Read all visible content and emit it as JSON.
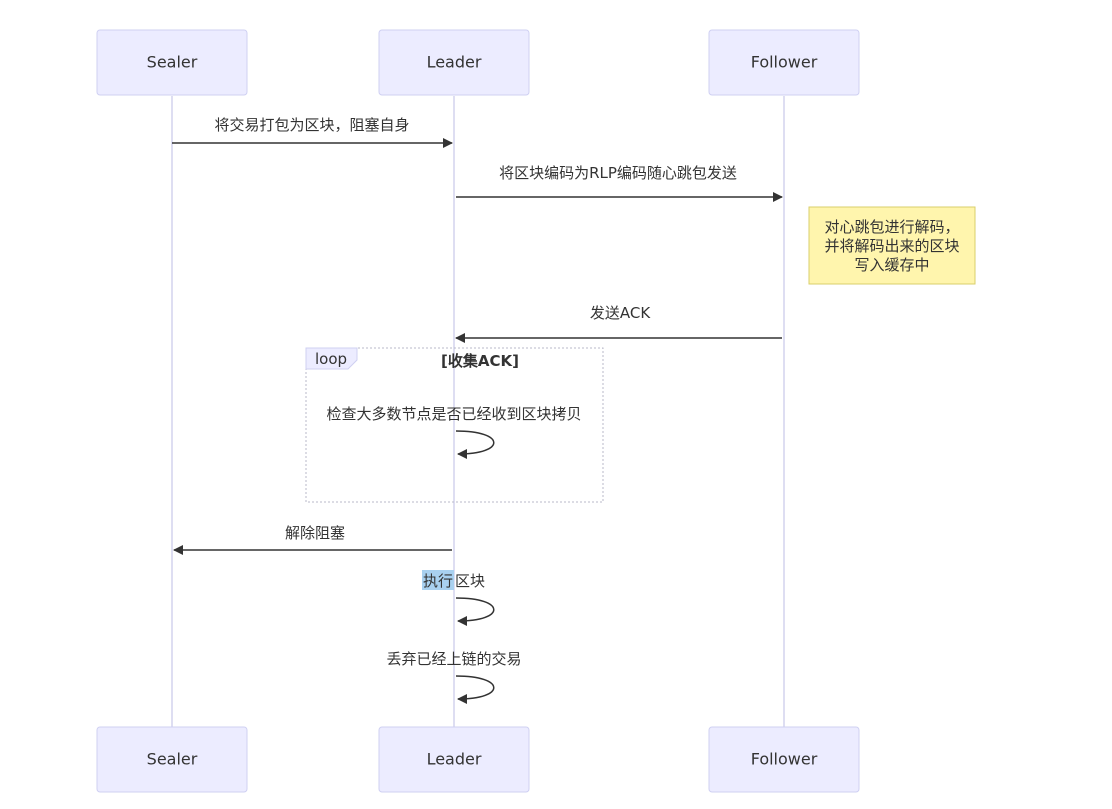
{
  "participants": {
    "sealer": "Sealer",
    "leader": "Leader",
    "follower": "Follower"
  },
  "messages": {
    "m1": "将交易打包为区块，阻塞自身",
    "m2": "将区块编码为RLP编码随心跳包发送",
    "m3": "发送ACK",
    "m4": "检查大多数节点是否已经收到区块拷贝",
    "m5": "解除阻塞",
    "m6_highlight": "执行",
    "m6_rest": "区块",
    "m7": "丢弃已经上链的交易"
  },
  "note": {
    "line1": "对心跳包进行解码，",
    "line2": "并将解码出来的区块",
    "line3": "写入缓存中"
  },
  "loop": {
    "label": "loop",
    "condition": "[收集ACK]"
  },
  "colors": {
    "actor_fill": "#ececff",
    "note_fill": "#fff5ad",
    "highlight": "#a9d1f0"
  }
}
